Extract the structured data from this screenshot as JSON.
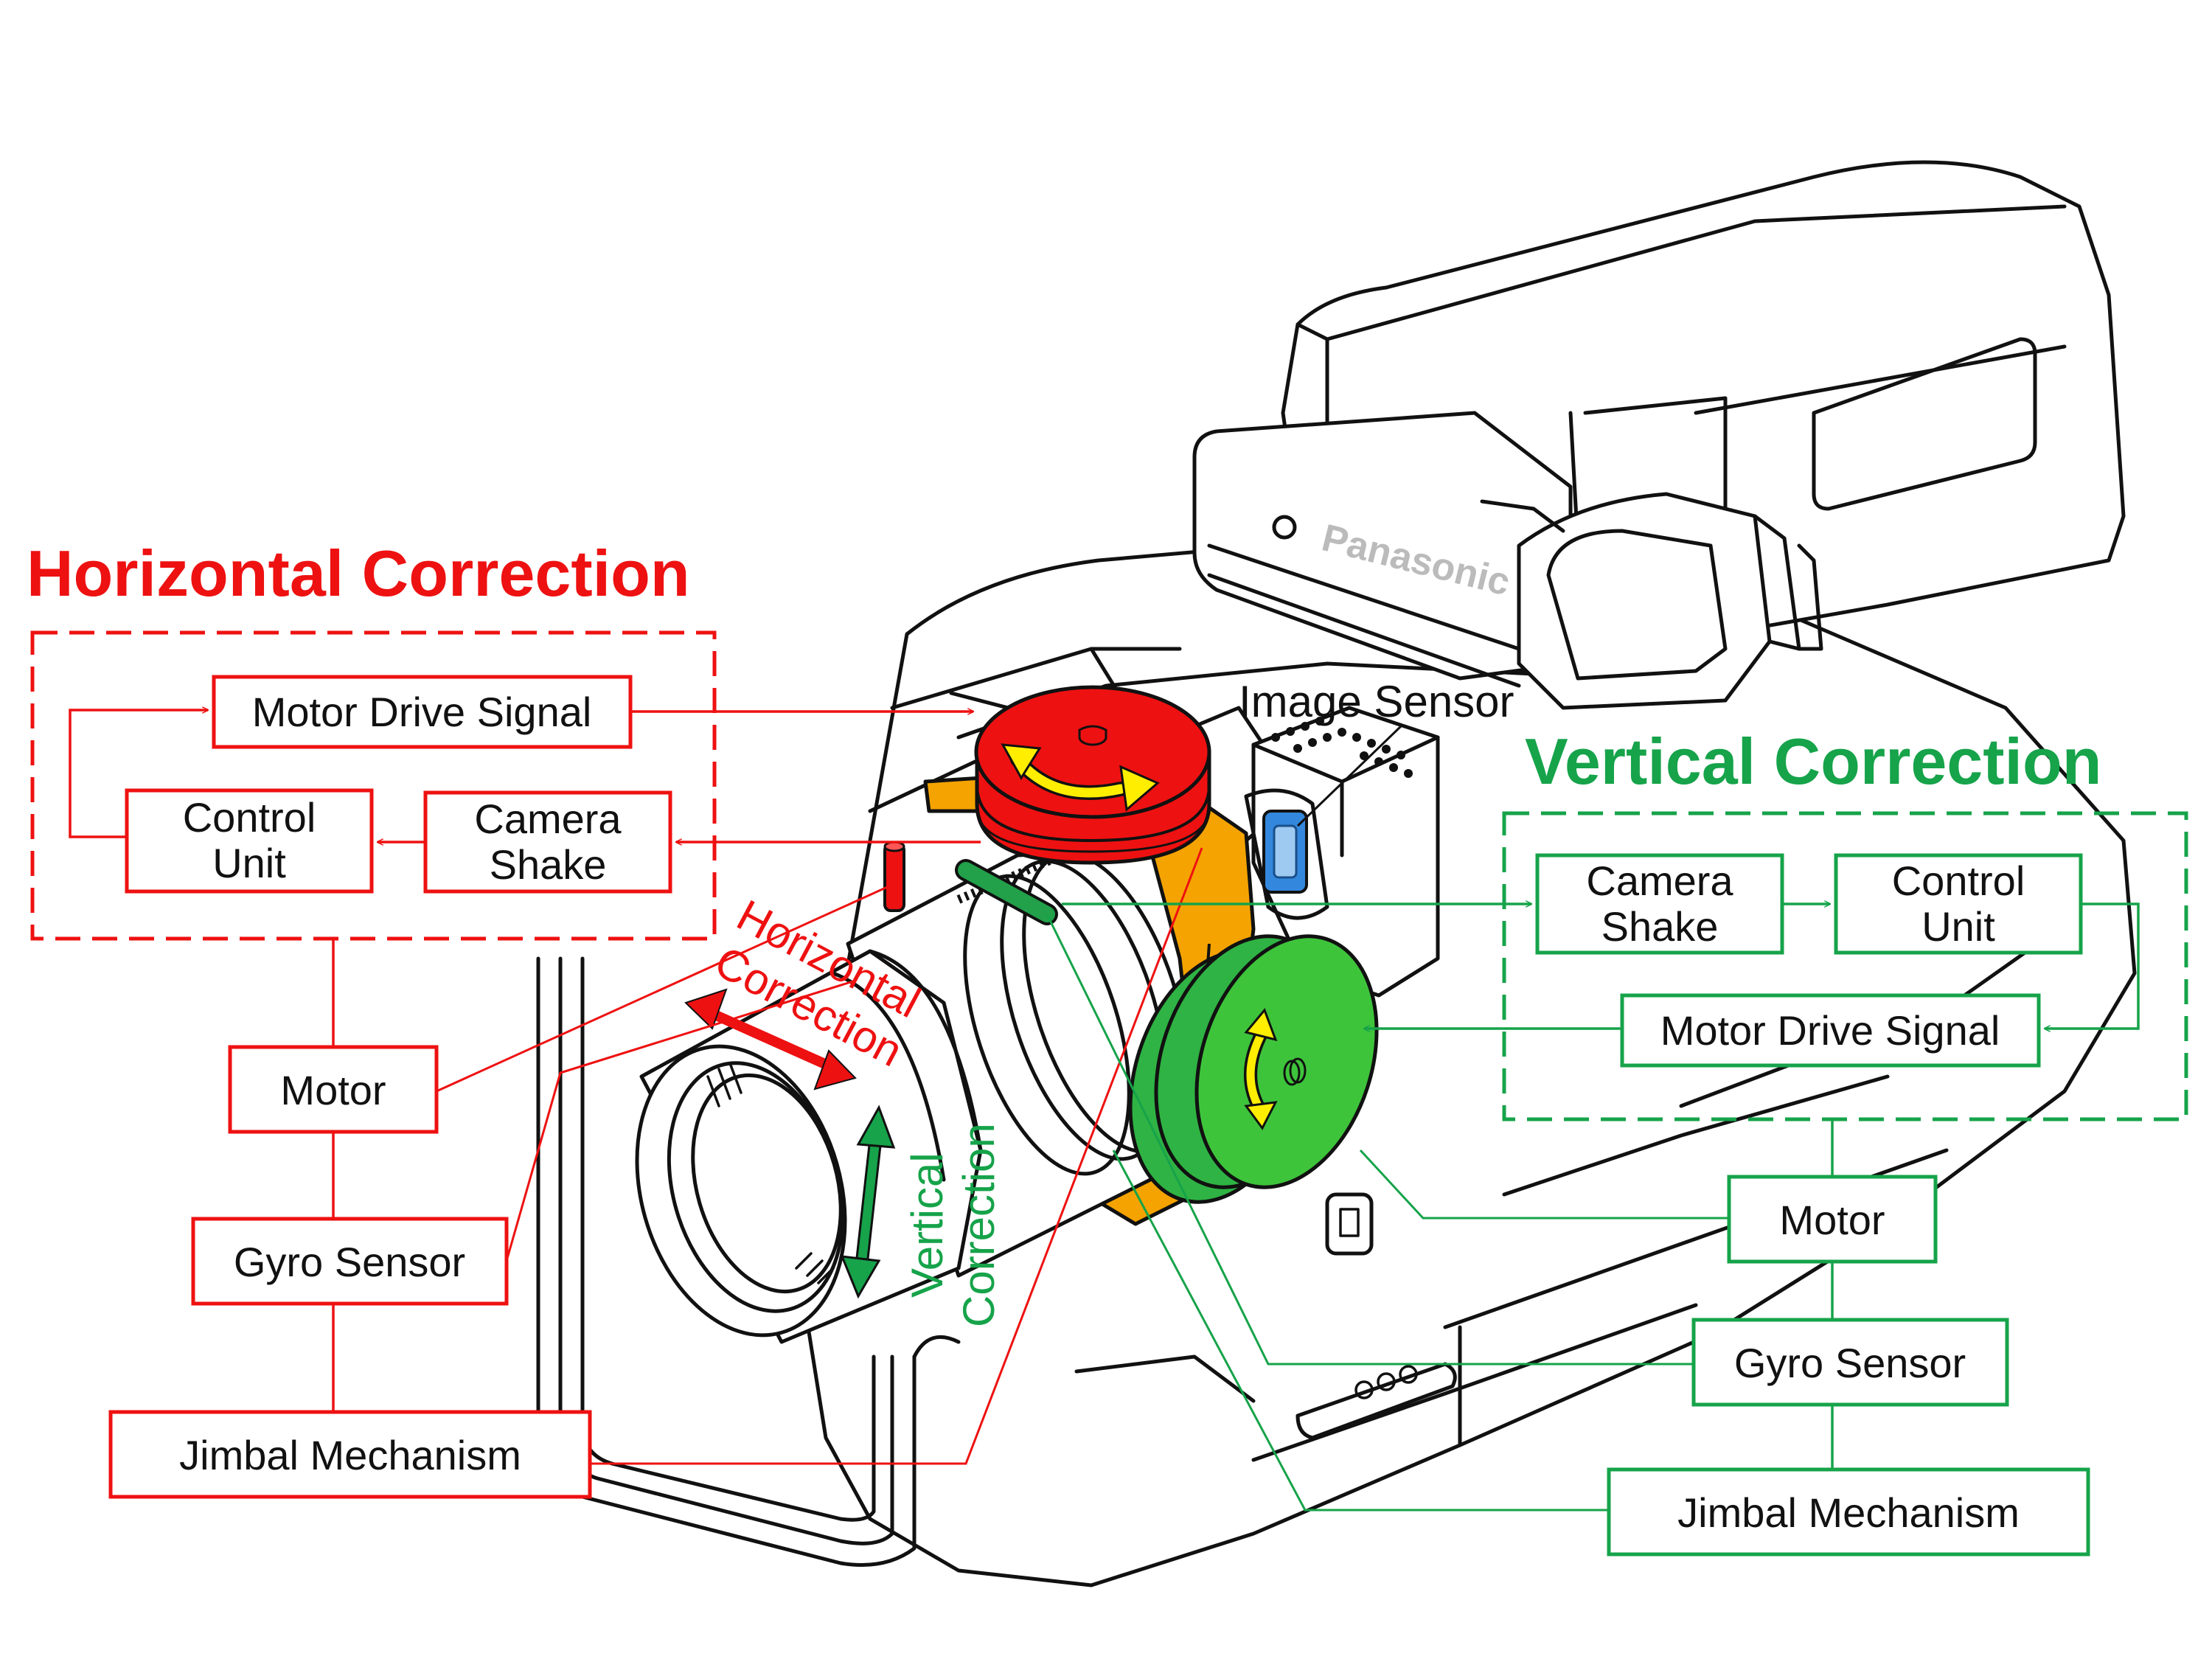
{
  "colors": {
    "horizontal": "#ee1111",
    "vertical": "#16a34a",
    "gimbal_frame": "#f5a300",
    "arrow_rotation": "#ffee00",
    "sensor_chip": "#3388dd",
    "line_art": "#111111"
  },
  "horizontal": {
    "title": "Horizontal Correction",
    "loop": {
      "motor_drive_signal": "Motor Drive Signal",
      "control_unit_line1": "Control",
      "control_unit_line2": "Unit",
      "camera_shake_line1": "Camera",
      "camera_shake_line2": "Shake"
    },
    "chain": {
      "motor": "Motor",
      "gyro_sensor": "Gyro Sensor",
      "jimbal_mechanism": "Jimbal Mechanism"
    },
    "callout_line1": "Horizontal",
    "callout_line2": "Correction"
  },
  "vertical": {
    "title": "Vertical Correction",
    "loop": {
      "camera_shake_line1": "Camera",
      "camera_shake_line2": "Shake",
      "control_unit_line1": "Control",
      "control_unit_line2": "Unit",
      "motor_drive_signal": "Motor Drive Signal"
    },
    "chain": {
      "motor": "Motor",
      "gyro_sensor": "Gyro Sensor",
      "jimbal_mechanism": "Jimbal Mechanism"
    },
    "callout_line1": "Vertical",
    "callout_line2": "Correction"
  },
  "image_sensor_label": "Image Sensor",
  "brand_logo": "Panasonic"
}
